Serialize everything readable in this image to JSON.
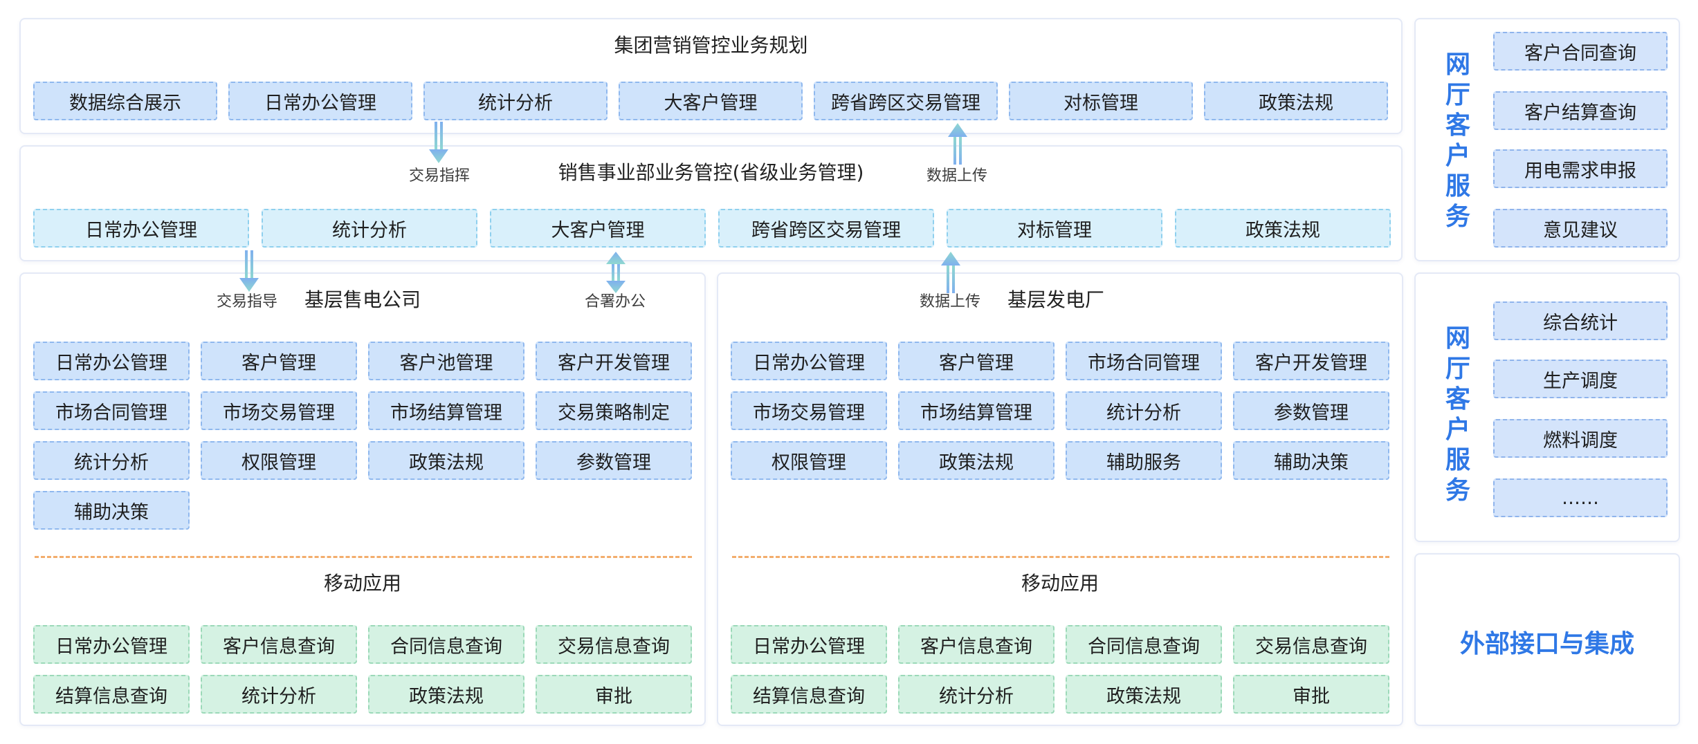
{
  "top": {
    "title": "集团营销管控业务规划",
    "items": [
      "数据综合展示",
      "日常办公管理",
      "统计分析",
      "大客户管理",
      "跨省跨区交易管理",
      "对标管理",
      "政策法规"
    ]
  },
  "mid": {
    "title": "销售事业部业务管控(省级业务管理)",
    "items": [
      "日常办公管理",
      "统计分析",
      "大客户管理",
      "跨省跨区交易管理",
      "对标管理",
      "政策法规"
    ],
    "arrow_down_label": "交易指挥",
    "arrow_up_label": "数据上传"
  },
  "left": {
    "title": "基层售电公司",
    "arrow_down_label": "交易指导",
    "arrow_both_label": "合署办公",
    "items": [
      "日常办公管理",
      "客户管理",
      "客户池管理",
      "客户开发管理",
      "市场合同管理",
      "市场交易管理",
      "市场结算管理",
      "交易策略制定",
      "统计分析",
      "权限管理",
      "政策法规",
      "参数管理",
      "辅助决策"
    ],
    "mobile_title": "移动应用",
    "mobile_items": [
      "日常办公管理",
      "客户信息查询",
      "合同信息查询",
      "交易信息查询",
      "结算信息查询",
      "统计分析",
      "政策法规",
      "审批"
    ]
  },
  "right": {
    "title": "基层发电厂",
    "arrow_up_label": "数据上传",
    "items": [
      "日常办公管理",
      "客户管理",
      "市场合同管理",
      "客户开发管理",
      "市场交易管理",
      "市场结算管理",
      "统计分析",
      "参数管理",
      "权限管理",
      "政策法规",
      "辅助服务",
      "辅助决策"
    ],
    "mobile_title": "移动应用",
    "mobile_items": [
      "日常办公管理",
      "客户信息查询",
      "合同信息查询",
      "交易信息查询",
      "结算信息查询",
      "统计分析",
      "政策法规",
      "审批"
    ]
  },
  "side1": {
    "title_chars": [
      "网",
      "厅",
      "客",
      "户",
      "服",
      "务"
    ],
    "items": [
      "客户合同查询",
      "客户结算查询",
      "用电需求申报",
      "意见建议"
    ]
  },
  "side2": {
    "title_chars": [
      "网",
      "厅",
      "客",
      "户",
      "服",
      "务"
    ],
    "items": [
      "综合统计",
      "生产调度",
      "燃料调度",
      "……"
    ]
  },
  "side3": {
    "title": "外部接口与集成"
  },
  "colors": {
    "box_blue": "#cfe3fb",
    "box_light": "#d9f0fb",
    "box_green": "#d5f2e3",
    "accent_blue": "#2f78e6",
    "separator_orange": "#f3ad6c",
    "arrow_blue": "#7fb0ee",
    "arrow_teal": "#8fd8d0"
  }
}
